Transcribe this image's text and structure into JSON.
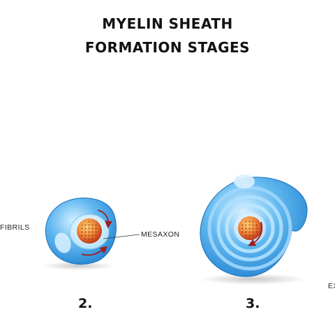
{
  "title": {
    "line1": "MYELIN SHEATH",
    "line2": "FORMATION STAGES"
  },
  "labels": {
    "fibrils_fragment": "FIBRILS",
    "mesaxon": "MESAXON",
    "ex_fragment": "EX"
  },
  "stages": [
    {
      "number": "2."
    },
    {
      "number": "3."
    }
  ],
  "colors": {
    "cell_blue": "#3ea3e8",
    "cell_light": "#bfe6ff",
    "axon_red": "#c8341a",
    "axon_orange": "#f0a046",
    "arrow": "#9e1f1f"
  }
}
